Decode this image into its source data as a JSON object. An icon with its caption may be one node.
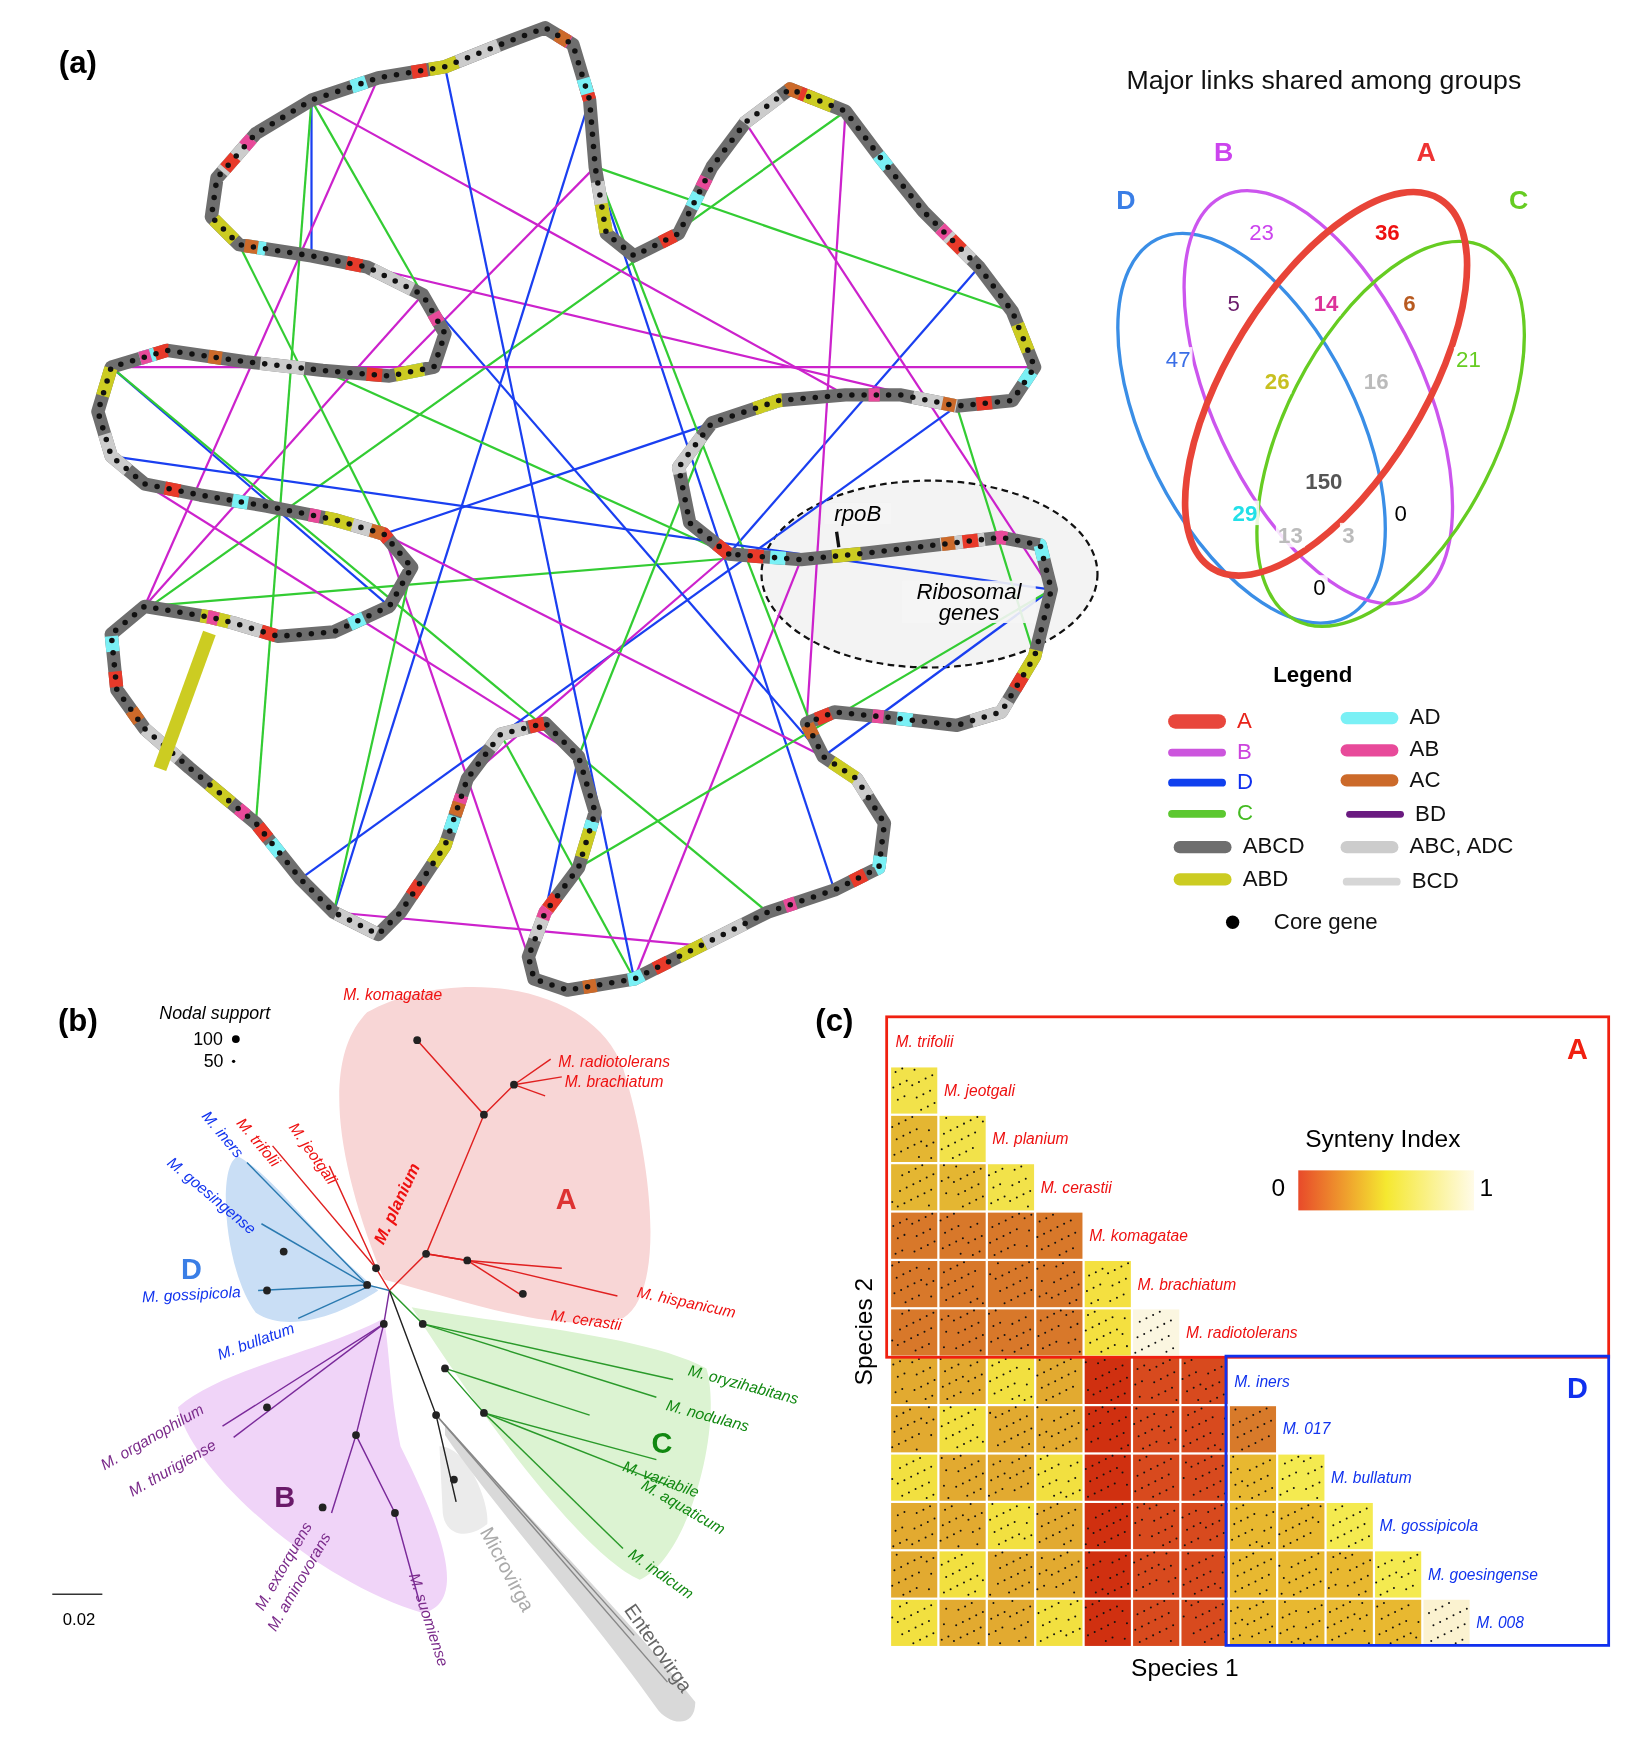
{
  "diagram": {
    "nodes": [
      {
        "text": [
          "rpoB",
          "Ribosomal genes"
        ]
      }
    ],
    "labels": [
      "(a)",
      "Major links shared among groups",
      "D",
      "B",
      "A",
      "C",
      "23",
      "36",
      "5",
      "14",
      "6",
      "47",
      "21",
      "26",
      "16",
      "150",
      "29",
      "0",
      "13",
      "3",
      "0",
      "Legend",
      "(b)",
      "Nodal support",
      "100",
      "50",
      "M. komagatae",
      "M. radiotolerans",
      "M. brachiatum",
      "M. iners",
      "M. trifolii",
      "M. jeotgali",
      "M. goesingense",
      "M. planium",
      "A",
      "D",
      "M. gossipicola",
      "M. hispanicum",
      "M. cerastii",
      "M. bullatum",
      "M. oryzihabitans",
      "M. nodulans",
      "M. organophilum",
      "C",
      "M. thurigiense",
      "B",
      "M. variabile",
      "M. aquaticum",
      "M. extorquens",
      "M. aminovorans",
      "Microvirga",
      "M. indicum",
      "M. suomiense",
      "Enterovirga",
      "0.02",
      "(c)",
      "M. trifolii",
      "M. jeotgali",
      "M. planium",
      "M. cerastii",
      "M. komagatae",
      "M. brachiatum",
      "M. radiotolerans",
      "M. iners",
      "M. 017",
      "M. bullatum",
      "M. gossipicola",
      "M. goesingense",
      "M. 008",
      "A",
      "Synteny Index",
      "0",
      "1",
      "D",
      "Species 2",
      "Species 1"
    ],
    "legend": [
      {
        "text": "A",
        "color": "#e8463c"
      },
      {
        "text": "B",
        "color": "#cc55dd"
      },
      {
        "text": "D",
        "color": "#1040ee"
      },
      {
        "text": "C",
        "color": "#5cc830"
      },
      {
        "text": "ABCD",
        "color": "#6e6e6e"
      },
      {
        "text": "ABD",
        "color": "#cccc22"
      },
      {
        "text": "AD",
        "color": "#7af0f5"
      },
      {
        "text": "AB",
        "color": "#e84a9a"
      },
      {
        "text": "AC",
        "color": "#cc6a2a"
      },
      {
        "text": "BD",
        "color": "#6a1a80"
      },
      {
        "text": "ABC, ADC",
        "color": "#cccccc"
      },
      {
        "text": "BCD",
        "color": "#d6d6d6"
      },
      {
        "text": "Core gene"
      }
    ]
  }
}
